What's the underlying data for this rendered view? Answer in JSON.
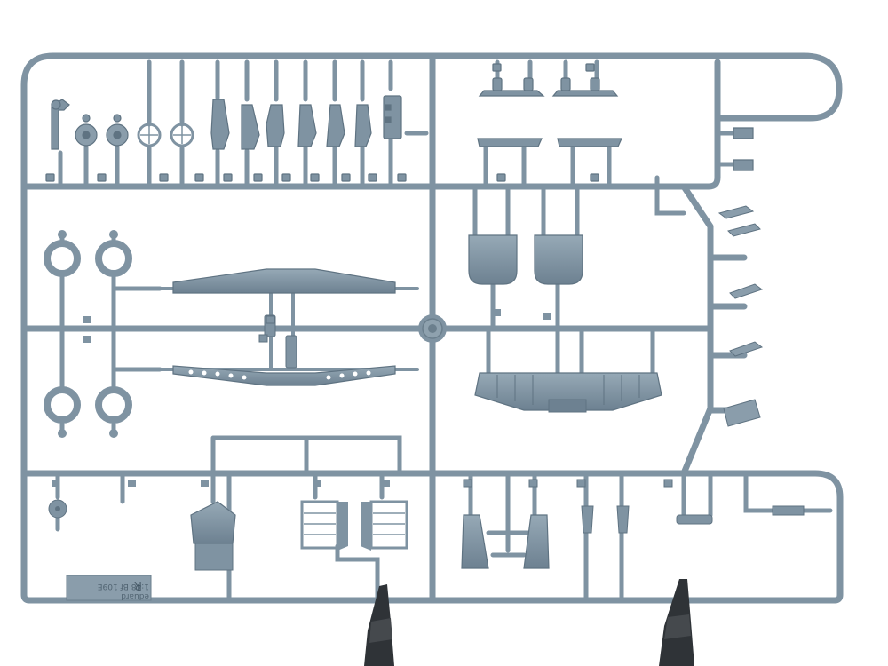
{
  "image": {
    "subject": "sprue-frame",
    "colors": {
      "background": "#ffffff",
      "plastic": "#7f93a2",
      "plastic_shade": "#5f7382",
      "plastic_light": "#9fb1bd",
      "stand": "#2f3337"
    }
  },
  "sprue": {
    "letter": "R",
    "plate_lines": [
      "eduard",
      "1:48 Bf 109E"
    ]
  }
}
